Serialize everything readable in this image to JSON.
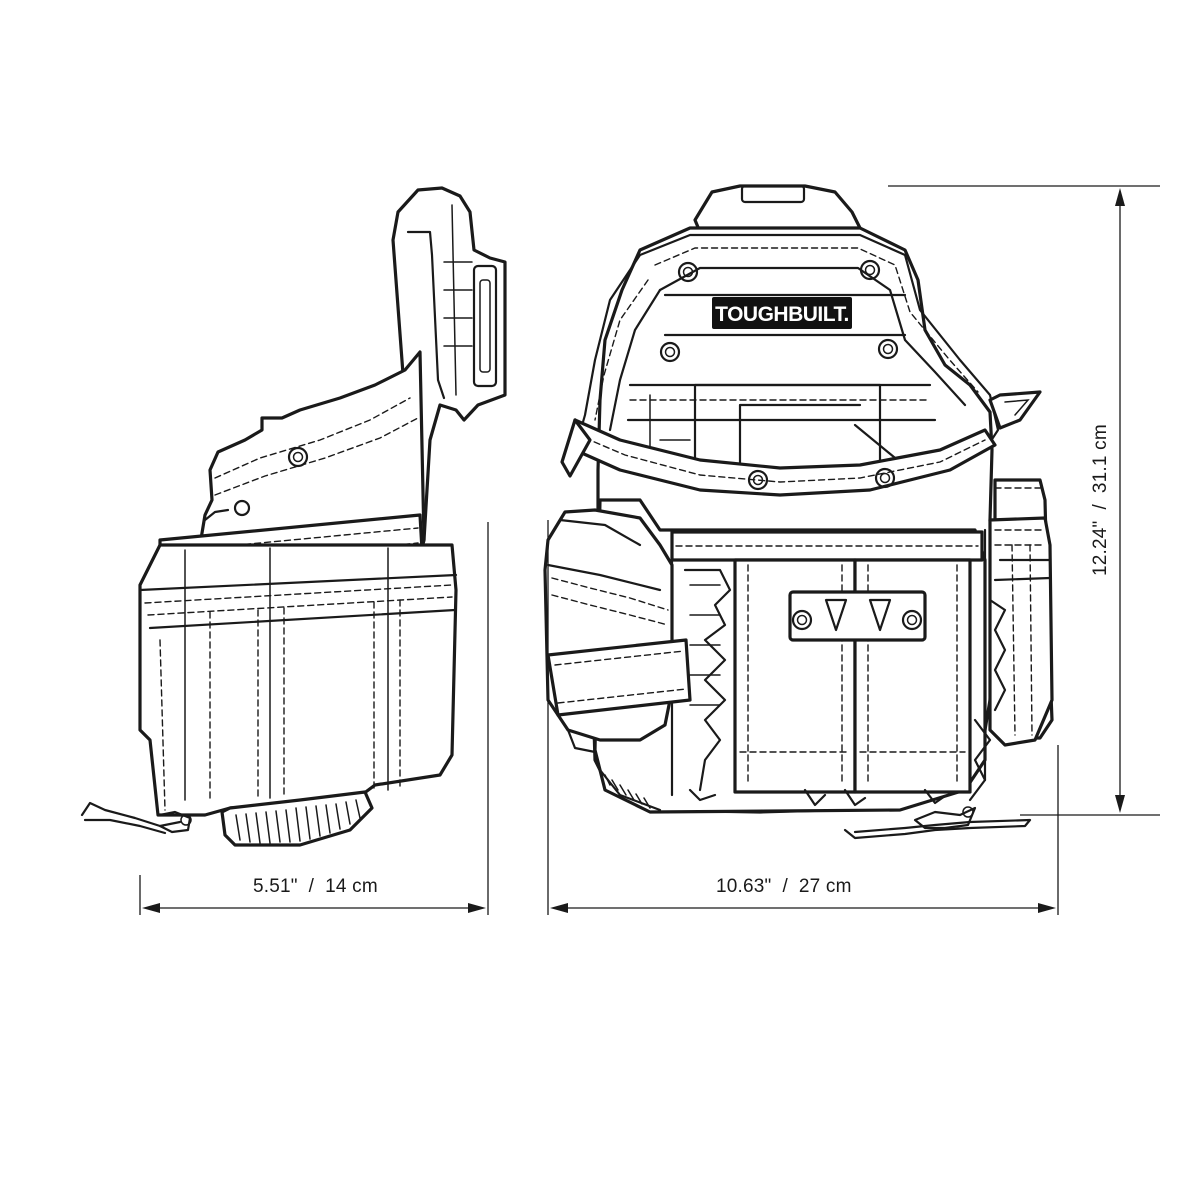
{
  "dimensions": {
    "side_width": "5.51\"  /  14 cm",
    "front_width": "10.63\"  /  27 cm",
    "height": "12.24\"  /  31.1 cm"
  },
  "brand": {
    "logo_text": "TOUGHBUILT."
  },
  "colors": {
    "line": "#1a1a1a",
    "background": "#ffffff"
  }
}
